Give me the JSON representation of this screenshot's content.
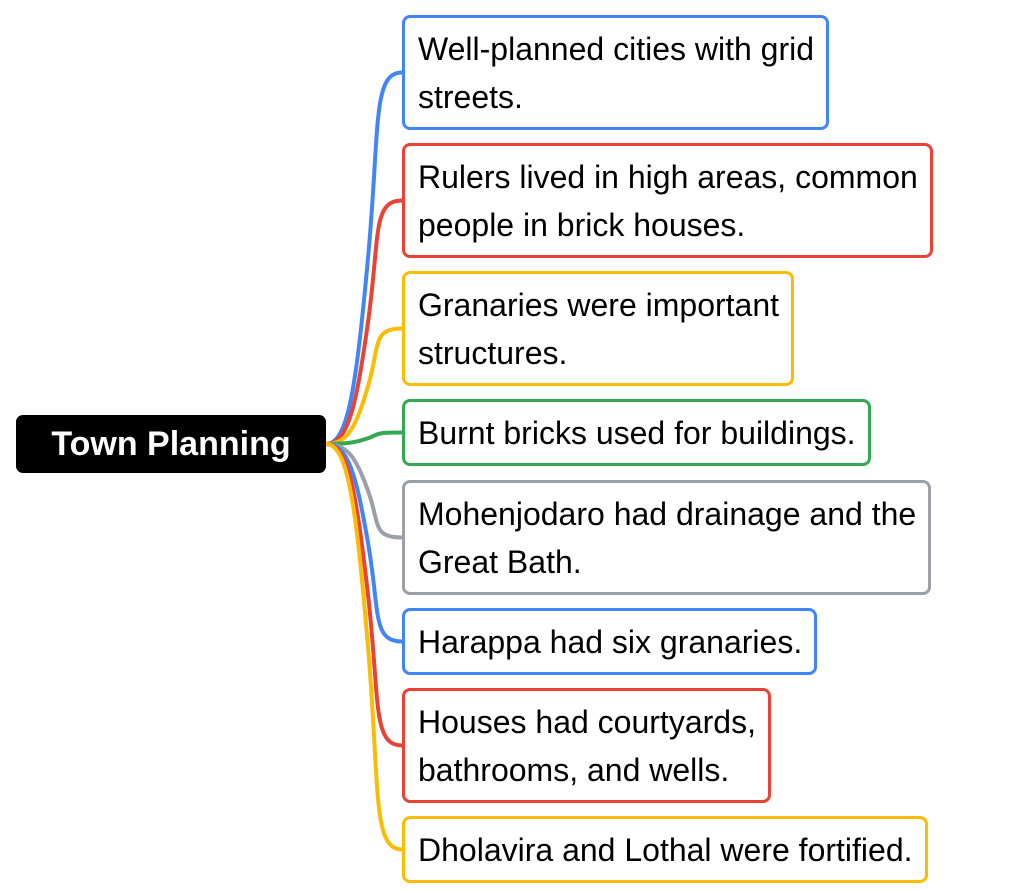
{
  "root": {
    "label": "Town Planning"
  },
  "colors": {
    "blue": "#4285f4",
    "red": "#ea4335",
    "yellow": "#fbbc04",
    "green": "#34a853",
    "gray": "#9aa0a6",
    "root_bg": "#000000"
  },
  "branches": [
    {
      "lines": [
        "Well-planned cities with grid",
        "streets."
      ],
      "color": "#4285f4"
    },
    {
      "lines": [
        "Rulers lived in high areas, common",
        "people in brick houses."
      ],
      "color": "#ea4335"
    },
    {
      "lines": [
        "Granaries were important",
        "structures."
      ],
      "color": "#fbbc04"
    },
    {
      "lines": [
        "Burnt bricks used for buildings."
      ],
      "color": "#34a853"
    },
    {
      "lines": [
        "Mohenjodaro had drainage and the",
        "Great Bath."
      ],
      "color": "#9aa0a6"
    },
    {
      "lines": [
        "Harappa had six granaries."
      ],
      "color": "#4285f4"
    },
    {
      "lines": [
        "Houses had courtyards,",
        "bathrooms, and wells."
      ],
      "color": "#ea4335"
    },
    {
      "lines": [
        "Dholavira and Lothal were fortified."
      ],
      "color": "#fbbc04"
    }
  ]
}
